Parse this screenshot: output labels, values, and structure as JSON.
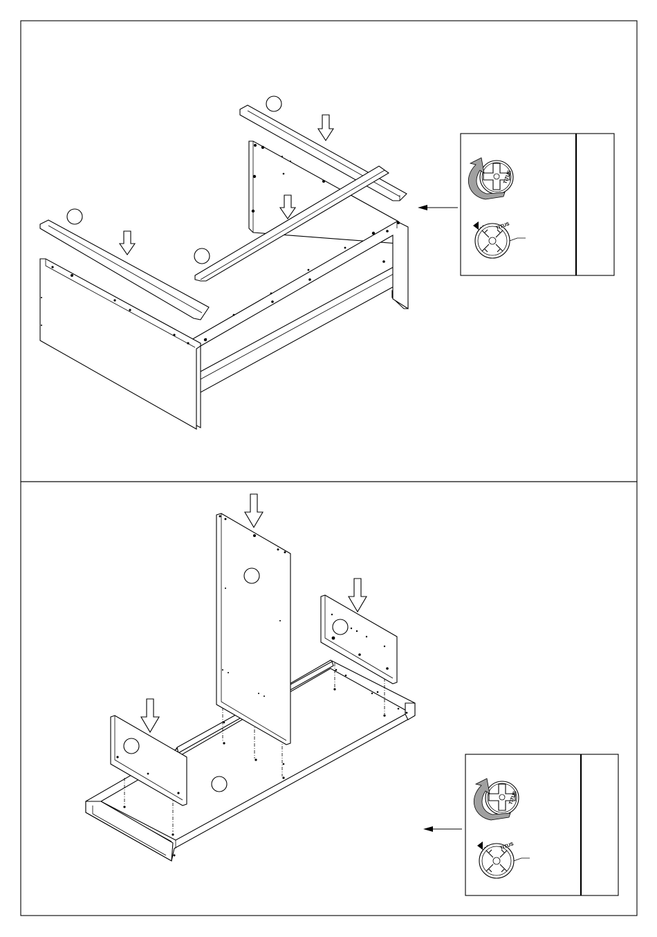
{
  "document": {
    "type": "assembly-instructions",
    "steps": [
      {
        "part_callouts": [
          "",
          "",
          ""
        ],
        "detail": {
          "loosen_icon": "screwdriver-counterclockwise-icon",
          "tighten_icon": "cam-lock-clockwise-icon",
          "screw_label": "TITUS"
        }
      },
      {
        "part_callouts": [
          "",
          "",
          "",
          ""
        ],
        "detail": {
          "loosen_icon": "screwdriver-counterclockwise-icon",
          "tighten_icon": "cam-lock-clockwise-icon",
          "screw_label": "TITUS"
        }
      }
    ]
  },
  "colors": {
    "line": "#000000",
    "background": "#ffffff",
    "rotation_arrow": "#a0a0a0"
  }
}
